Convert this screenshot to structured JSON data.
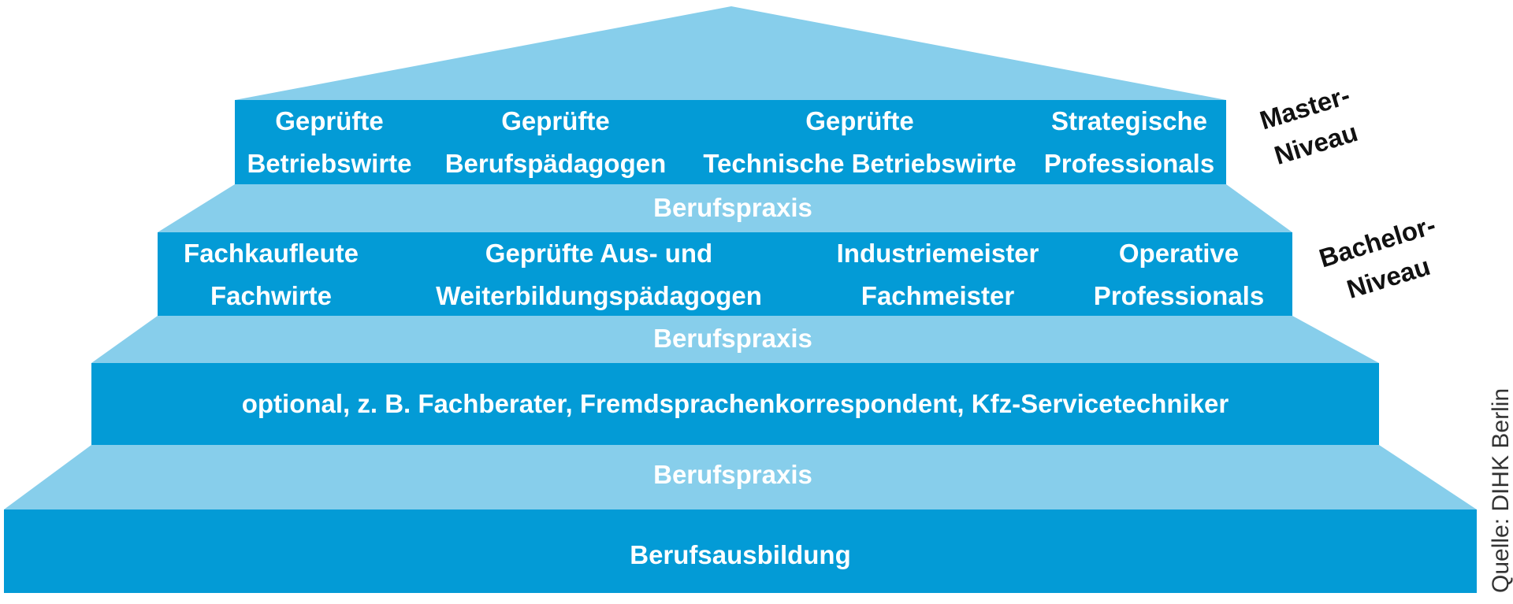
{
  "colors": {
    "light": "#87CEEB",
    "dark": "#039BD6"
  },
  "master": {
    "items": [
      {
        "line1": "Geprüfte",
        "line2": "Betriebswirte"
      },
      {
        "line1": "Geprüfte",
        "line2": "Berufspädagogen"
      },
      {
        "line1": "Geprüfte",
        "line2": "Technische Betriebswirte"
      },
      {
        "line1": "Strategische",
        "line2": "Professionals"
      }
    ],
    "level_line1": "Master-",
    "level_line2": "Niveau"
  },
  "bachelor": {
    "items": [
      {
        "line1": "Fachkaufleute",
        "line2": "Fachwirte"
      },
      {
        "line1": "Geprüfte Aus- und",
        "line2": "Weiterbildungspädagogen"
      },
      {
        "line1": "Industriemeister",
        "line2": "Fachmeister"
      },
      {
        "line1": "Operative",
        "line2": "Professionals"
      }
    ],
    "level_line1": "Bachelor-",
    "level_line2": "Niveau"
  },
  "practice": [
    "Berufspraxis",
    "Berufspraxis",
    "Berufspraxis"
  ],
  "optional_tier": "optional, z. B. Fachberater, Fremdsprachenkorrespondent, Kfz-Servicetechniker",
  "base_tier": "Berufsausbildung",
  "source": "Quelle: DIHK Berlin"
}
